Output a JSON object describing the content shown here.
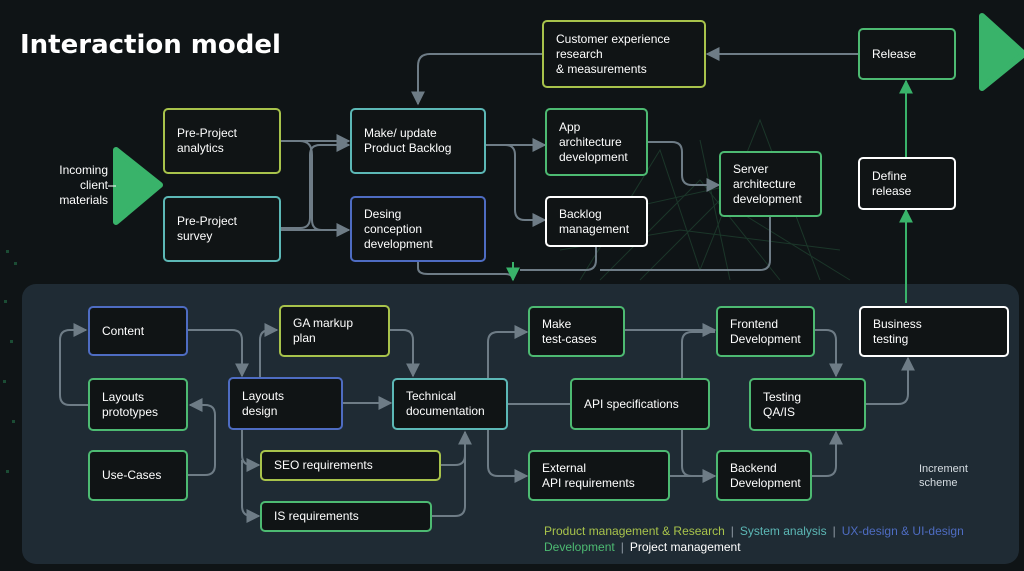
{
  "title": "Interaction model",
  "incoming_label": "Incoming\nclient\nmaterials",
  "increment_label": "Increment\nscheme",
  "colors": {
    "product_management": "#a8c34b",
    "system_analysis": "#5cb8b6",
    "ux_design": "#4e6cc2",
    "development": "#4dba72",
    "project_management": "#ffffff",
    "panel": "#1f2b34",
    "connector": "#6e7c86",
    "arrow_green": "#39b36a"
  },
  "top": {
    "customer_experience": "Customer experience\nresearch\n& measurements",
    "release": "Release",
    "pre_project_analytics": "Pre-Project\nanalytics",
    "pre_project_survey": "Pre-Project\nsurvey",
    "make_update_backlog": "Make/ update\nProduct Backlog",
    "desing_conception": "Desing\nconception\ndevelopment",
    "app_architecture": "App\narchitecture\ndevelopment",
    "backlog_management": "Backlog\nmanagement",
    "server_architecture": "Server\narchitecture\ndevelopment",
    "define_release": "Define\nrelease"
  },
  "increment": {
    "content": "Content",
    "layouts_prototypes": "Layouts\nprototypes",
    "use_cases": "Use-Cases",
    "ga_markup": "GA markup\nplan",
    "layouts_design": "Layouts\ndesign",
    "seo_requirements": "SEO requirements",
    "is_requirements": "IS requirements",
    "technical_documentation": "Technical\ndocumentation",
    "make_test_cases": "Make\ntest-cases",
    "api_specifications": "API specifications",
    "external_api": "External\nAPI requirements",
    "frontend_development": "Frontend\nDevelopment",
    "backend_development": "Backend\nDevelopment",
    "testing_qa": "Testing\nQA/IS",
    "business_testing": "Business\ntesting"
  },
  "legend": {
    "product_management": "Product management & Research",
    "system_analysis": "System analysis",
    "ux_design": "UX-design & UI-design",
    "development": "Development",
    "project_management": "Project management",
    "separator": "|"
  }
}
